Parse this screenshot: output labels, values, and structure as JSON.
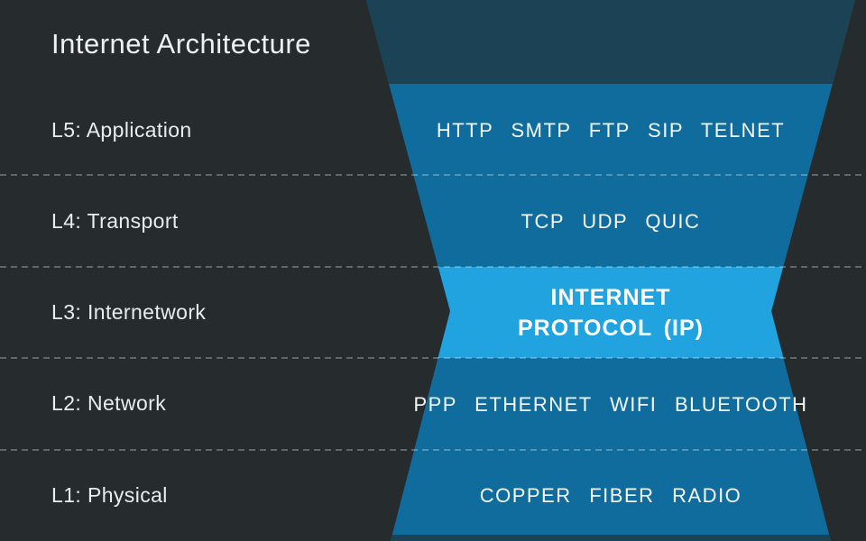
{
  "title": "Internet Architecture",
  "colors": {
    "background": "#262c2e",
    "funnel_blue": "#116c9e",
    "funnel_teal": "#1c4355",
    "highlight_blue": "#21a3e0",
    "dash_line": "#ffffff",
    "title_text": "#eef1f1",
    "label_text": "#e9eded",
    "proto_text": "#f4f8f8",
    "ip_text": "#ffffff"
  },
  "layers": [
    {
      "id": "L5",
      "label": "L5: Application",
      "protocols": "HTTP SMTP FTP SIP TELNET"
    },
    {
      "id": "L4",
      "label": "L4: Transport",
      "protocols": "TCP UDP QUIC"
    },
    {
      "id": "L3",
      "label": "L3: Internetwork",
      "protocols_line1": "INTERNET",
      "protocols_line2": "PROTOCOL (IP)",
      "highlight": true
    },
    {
      "id": "L2",
      "label": "L2: Network",
      "protocols": "PPP ETHERNET WIFI BLUETOOTH"
    },
    {
      "id": "L1",
      "label": "L1: Physical",
      "protocols": "COPPER FIBER RADIO"
    }
  ]
}
